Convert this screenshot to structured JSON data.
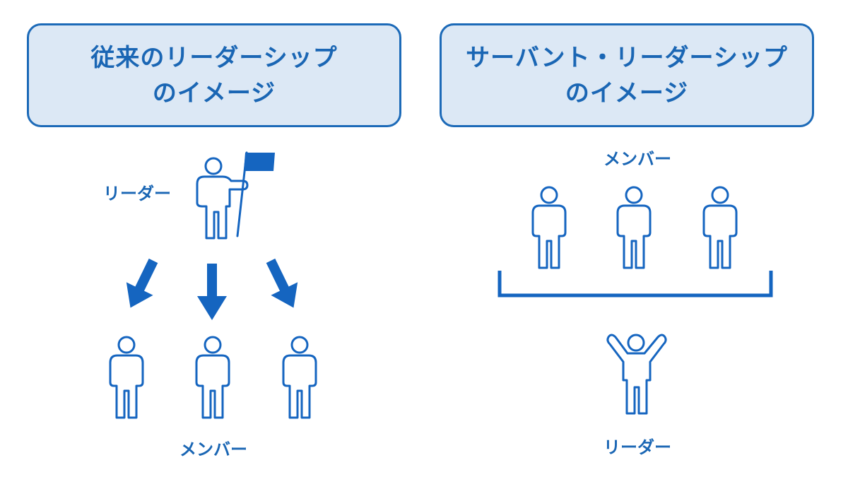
{
  "left_panel": {
    "title_line1": "従来のリーダーシップ",
    "title_line2": "のイメージ",
    "leader_label": "リーダー",
    "members_label": "メンバー"
  },
  "right_panel": {
    "title_line1": "サーバント・リーダーシップ",
    "title_line2": "のイメージ",
    "members_label": "メンバー",
    "leader_label": "リーダー"
  },
  "colors": {
    "primary": "#1565c0",
    "box_fill": "#dce8f5",
    "box_border": "#1c6ab8"
  }
}
